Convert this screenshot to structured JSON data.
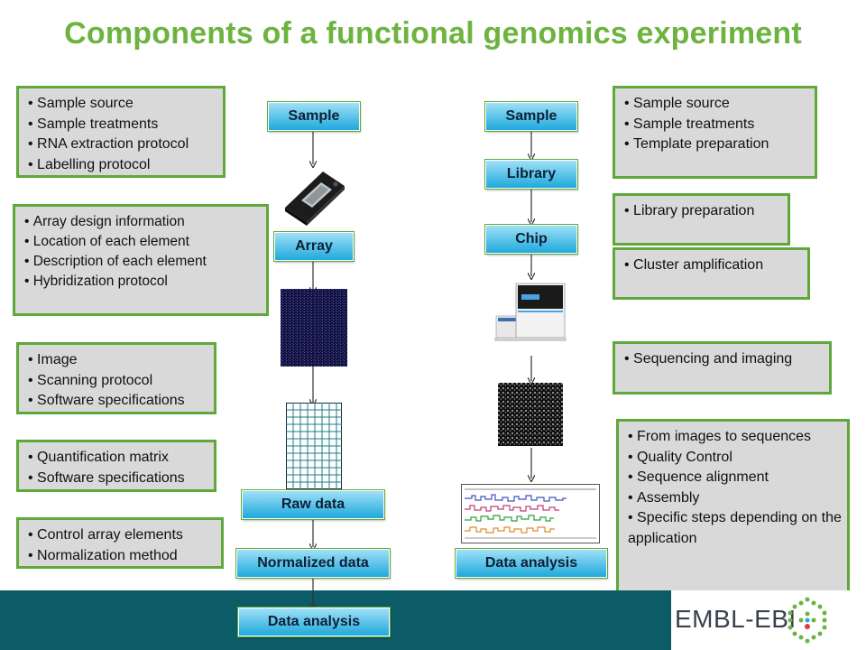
{
  "title": "Components of a functional genomics experiment",
  "left_info": [
    {
      "items": [
        "Sample source",
        "Sample treatments",
        "RNA extraction protocol",
        "Labelling protocol"
      ]
    },
    {
      "items": [
        "Array design information",
        "Location of each element",
        "Description of each element",
        "Hybridization protocol"
      ]
    },
    {
      "items": [
        "Image",
        "Scanning protocol",
        "Software specifications"
      ]
    },
    {
      "items": [
        "Quantification matrix",
        "Software specifications"
      ]
    },
    {
      "items": [
        "Control array elements",
        "Normalization method"
      ]
    }
  ],
  "right_info": [
    {
      "items": [
        "Sample source",
        "Sample treatments",
        "Template preparation"
      ]
    },
    {
      "items": [
        "Library preparation"
      ]
    },
    {
      "items": [
        "Cluster amplification"
      ]
    },
    {
      "items": [
        "Sequencing and imaging"
      ]
    },
    {
      "items": [
        "From images to sequences",
        "Quality Control",
        "Sequence alignment",
        "Assembly",
        "Specific steps depending on the application"
      ]
    }
  ],
  "microarray_flow": {
    "sample": "Sample",
    "array": "Array",
    "raw_data": "Raw data",
    "normalized_data": "Normalized data",
    "data_analysis": "Data analysis"
  },
  "sequencing_flow": {
    "sample": "Sample",
    "library": "Library",
    "chip": "Chip",
    "data_analysis": "Data analysis"
  },
  "logo": "EMBL-EBI",
  "colors": {
    "title": "#6db33f",
    "box_border": "#5fa83a",
    "box_fill": "#d9d9d9",
    "footer": "#0b5c66"
  }
}
